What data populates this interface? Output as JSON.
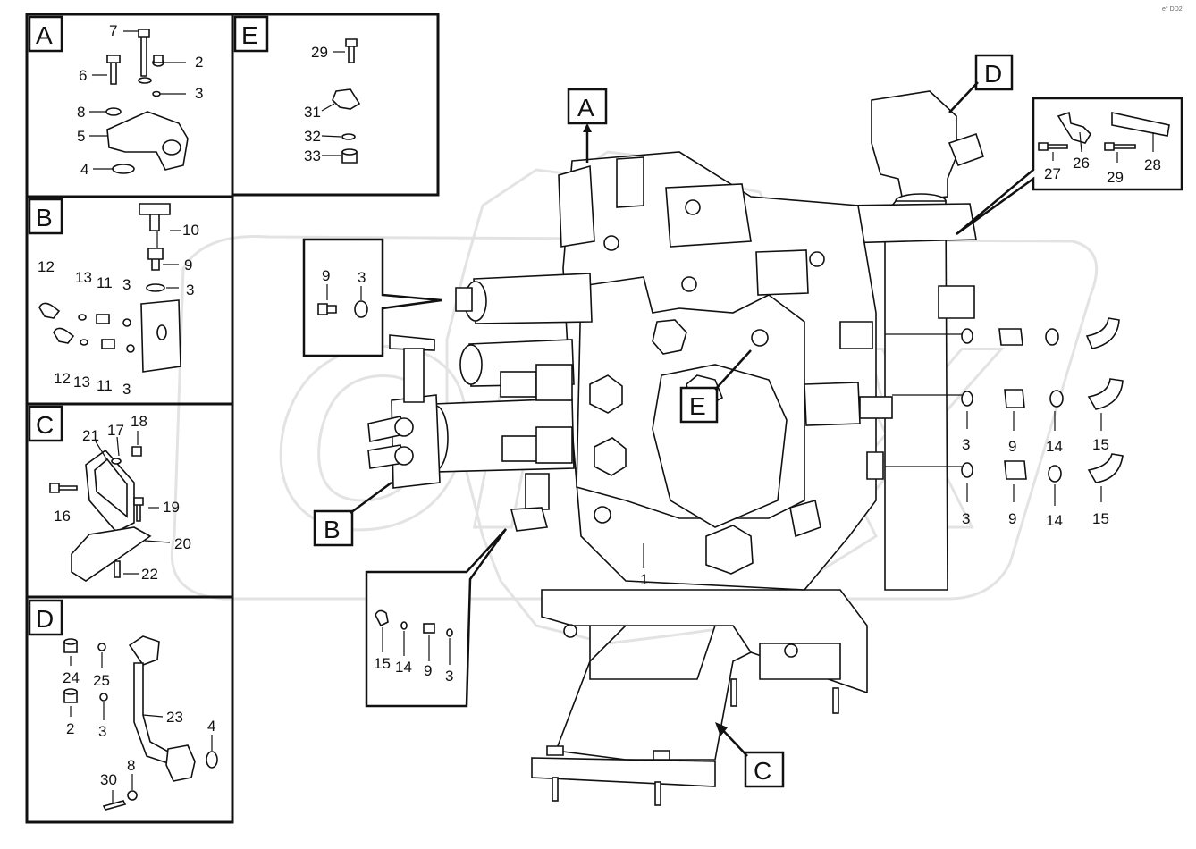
{
  "corner_code": "e° DD2",
  "watermark": "OPEX",
  "panels": {
    "A": {
      "letter": "A",
      "callouts": [
        "7",
        "2",
        "6",
        "3",
        "8",
        "5",
        "4"
      ]
    },
    "B": {
      "letter": "B",
      "callouts": [
        "10",
        "9",
        "12",
        "13",
        "11",
        "3",
        "3",
        "12",
        "13",
        "11",
        "3"
      ]
    },
    "C": {
      "letter": "C",
      "callouts": [
        "18",
        "21",
        "17",
        "16",
        "19",
        "20",
        "22"
      ]
    },
    "D": {
      "letter": "D",
      "callouts": [
        "24",
        "25",
        "2",
        "3",
        "23",
        "4",
        "8",
        "30"
      ]
    },
    "E": {
      "letter": "E",
      "callouts": [
        "29",
        "31",
        "32",
        "33"
      ]
    }
  },
  "main": {
    "labels": {
      "A": "A",
      "B": "B",
      "C": "C",
      "D": "D",
      "E": "E"
    },
    "callouts": {
      "p1": "1",
      "inset_upper": [
        "9",
        "3"
      ],
      "inset_lower": [
        "15",
        "14",
        "9",
        "3"
      ],
      "right_bracket": [
        "27",
        "26",
        "29",
        "28"
      ],
      "right_row1": [
        "3",
        "9",
        "14",
        "15"
      ],
      "right_row2": [
        "3",
        "9",
        "14",
        "15"
      ]
    }
  }
}
